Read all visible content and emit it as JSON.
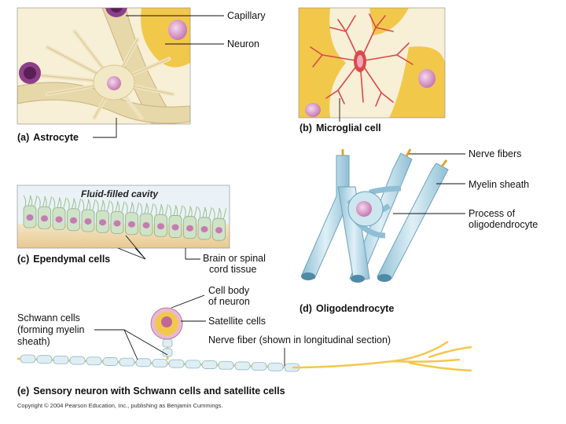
{
  "panels": {
    "a": {
      "letter": "(a)",
      "title": "Astrocyte",
      "labels": {
        "capillary": "Capillary",
        "neuron": "Neuron"
      }
    },
    "b": {
      "letter": "(b)",
      "title": "Microglial cell"
    },
    "c": {
      "letter": "(c)",
      "title": "Ependymal cells",
      "labels": {
        "cavity": "Fluid-filled cavity",
        "tissue_line1": "Brain or spinal",
        "tissue_line2": "cord tissue"
      }
    },
    "d": {
      "letter": "(d)",
      "title": "Oligodendrocyte",
      "labels": {
        "fibers": "Nerve fibers",
        "myelin": "Myelin sheath",
        "process_line1": "Process of",
        "process_line2": "oligodendrocyte"
      }
    },
    "e": {
      "letter": "(e)",
      "title": "Sensory neuron with Schwann cells and satellite cells",
      "labels": {
        "cell_body_line1": "Cell body",
        "cell_body_line2": "of neuron",
        "satellite": "Satellite cells",
        "schwann_line1": "Schwann cells",
        "schwann_line2": "(forming myelin",
        "schwann_line3": "sheath)",
        "fiber": "Nerve fiber (shown in longitudinal section)"
      }
    }
  },
  "copyright": "Copyright © 2004 Pearson Education, Inc., publishing as Benjamin Cummings.",
  "colors": {
    "yellow": "#f2c84b",
    "tan": "#e9dcb2",
    "capillary": "#ded0a3",
    "nucleus": "#d79ac8",
    "microglia": "#d94a4a",
    "myelin": "#b7d8e6",
    "ependymal": "#cfe3c7"
  }
}
